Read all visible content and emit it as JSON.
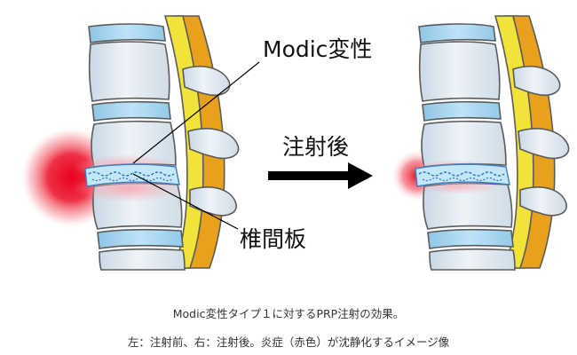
{
  "labels": {
    "modic": "Modic変性",
    "after_injection": "注射後",
    "disc": "椎間板"
  },
  "captions": {
    "line1": "Modic変性タイプ１に対するPRP注射の効果。",
    "line2": "左：注射前、右：注射後。炎症（赤色）が沈静化するイメージ像"
  },
  "colors": {
    "vertebra": "#dbe6ee",
    "vertebra_outline": "#5b5b5b",
    "spinal_cord": "#f2e33a",
    "dura": "#e8a11c",
    "inflammation": "#e8001c",
    "disc_fill": "#a9d8f2",
    "disc_outline": "#3a7fc4",
    "arrow": "#000000"
  },
  "icons": {
    "arrow": "arrow-right-icon"
  }
}
